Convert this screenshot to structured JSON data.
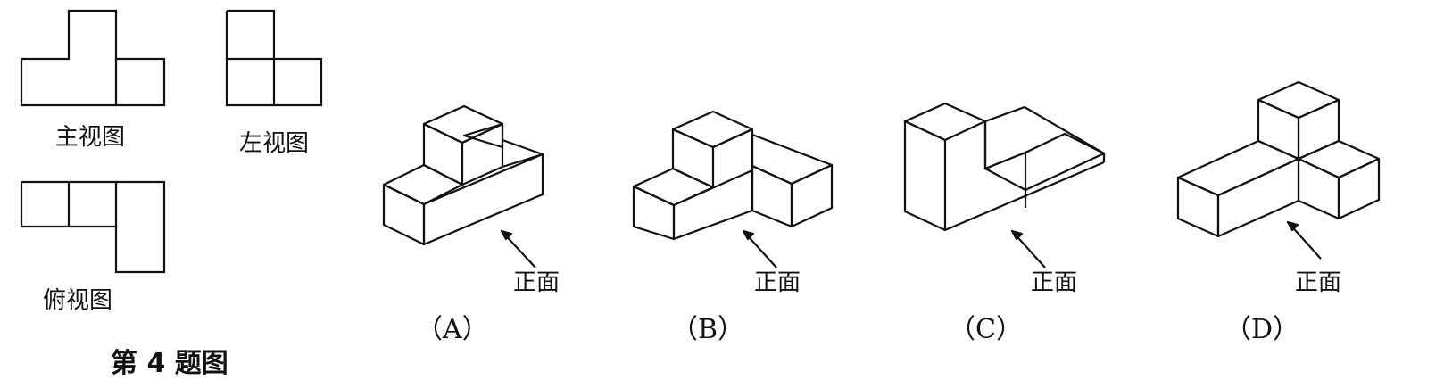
{
  "views": {
    "front": "主视图",
    "left": "左视图",
    "top": "俯视图"
  },
  "options": {
    "A": {
      "label": "（A）",
      "front_text": "正面"
    },
    "B": {
      "label": "（B）",
      "front_text": "正面"
    },
    "C": {
      "label": "（C）",
      "front_text": "正面"
    },
    "D": {
      "label": "（D）",
      "front_text": "正面"
    }
  },
  "caption": "第 4 题图",
  "colors": {
    "line": "#111111",
    "background": "#ffffff"
  }
}
